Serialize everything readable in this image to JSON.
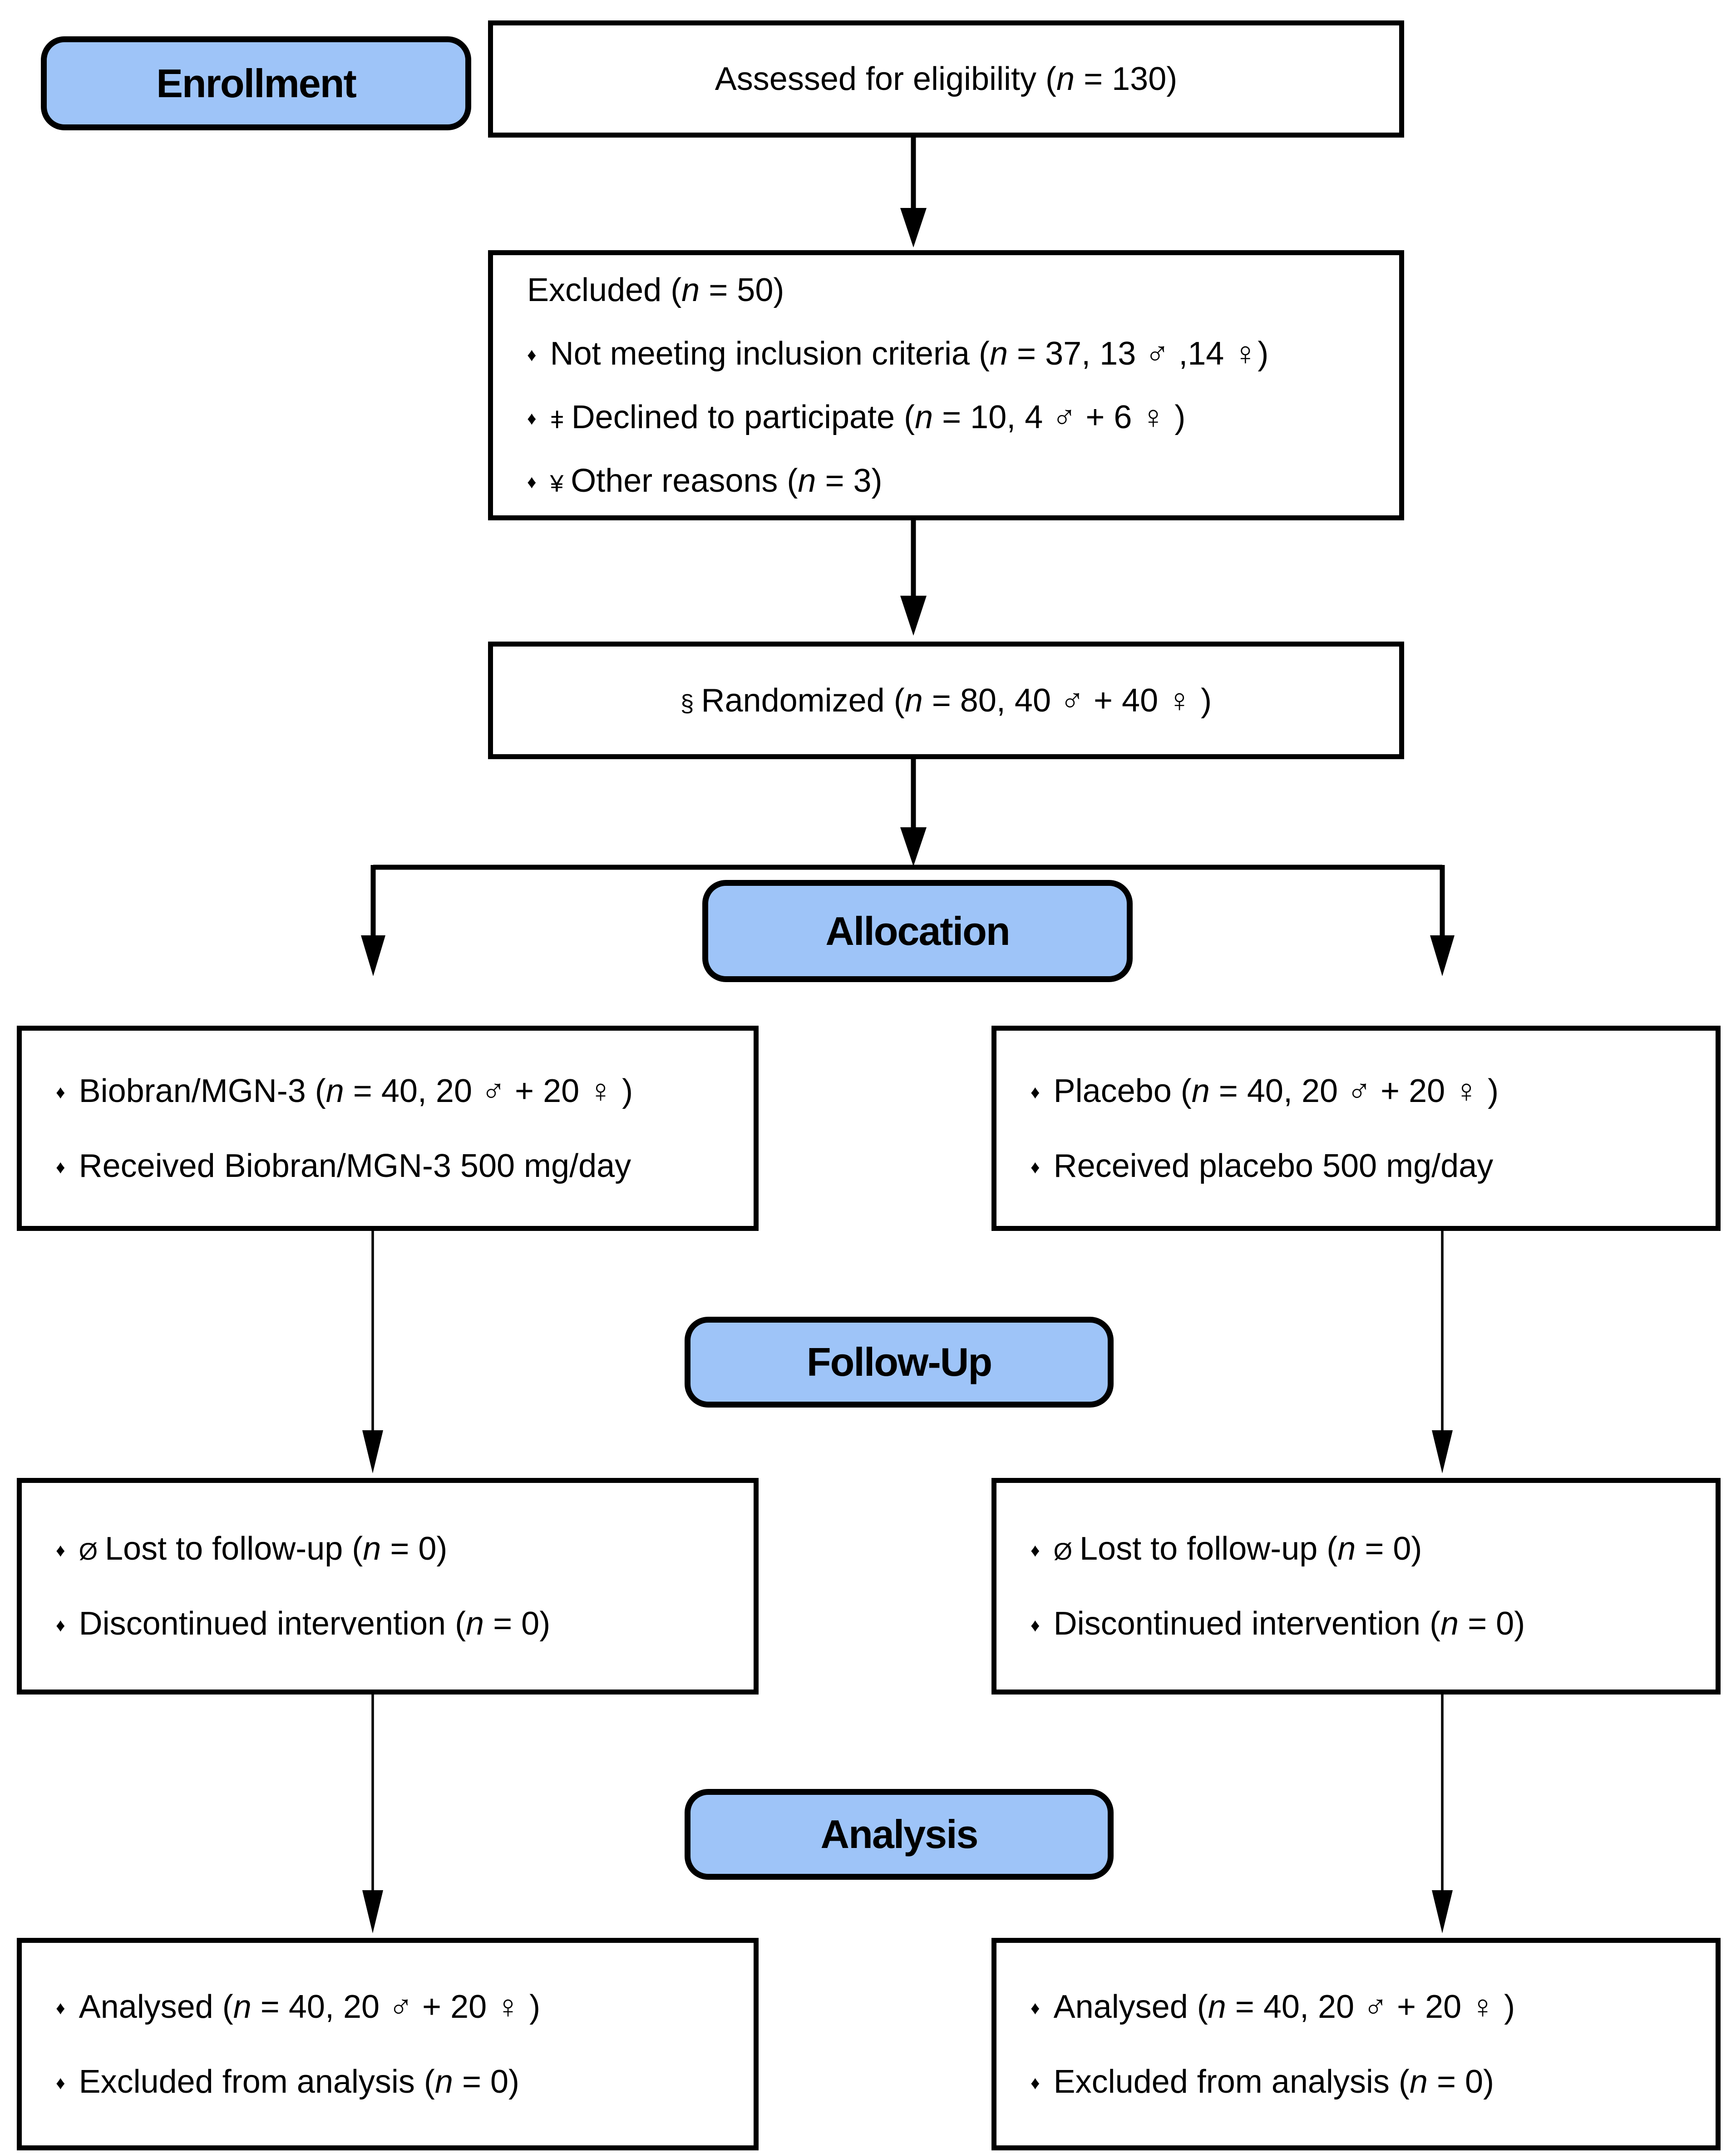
{
  "palette": {
    "stage_fill": "#9EC4F8",
    "line_color": "#000000",
    "page_bg": "#FFFFFF",
    "text_color": "#000000"
  },
  "stages": {
    "enrollment": "Enrollment",
    "allocation": "Allocation",
    "follow_up": "Follow-Up",
    "analysis": "Analysis"
  },
  "boxes": {
    "assessed": {
      "lines": [
        {
          "parts": [
            "Assessed for eligibility (",
            {
              "i": "n"
            },
            " = 130)"
          ]
        }
      ]
    },
    "excluded": {
      "lines": [
        {
          "parts": [
            "Excluded (",
            {
              "i": "n"
            },
            " = 50)"
          ]
        },
        {
          "parts": [
            {
              "b": "♦"
            },
            "Not meeting inclusion criteria (",
            {
              "i": "n"
            },
            " = 37, 13 ♂ ,14 ♀)"
          ]
        },
        {
          "parts": [
            {
              "b": "♦"
            },
            {
              "s": "ǂ"
            },
            "Declined to participate (",
            {
              "i": "n"
            },
            " = 10, 4 ♂ + 6 ♀ )"
          ]
        },
        {
          "parts": [
            {
              "b": "♦"
            },
            {
              "s": "¥"
            },
            "Other reasons (",
            {
              "i": "n"
            },
            " = 3)"
          ]
        }
      ]
    },
    "randomized": {
      "lines": [
        {
          "parts": [
            {
              "s": "§"
            },
            "Randomized (",
            {
              "i": "n"
            },
            " = 80, 40 ♂ + 40 ♀ )"
          ]
        }
      ]
    },
    "biobran_group": {
      "lines": [
        {
          "parts": [
            {
              "b": "♦"
            },
            "Biobran/MGN-3 (",
            {
              "i": "n"
            },
            " = 40, 20 ♂ + 20 ♀ )"
          ]
        },
        {
          "parts": [
            {
              "b": "♦"
            },
            "Received Biobran/MGN-3 500 mg/day"
          ]
        }
      ]
    },
    "placebo_group": {
      "lines": [
        {
          "parts": [
            {
              "b": "♦"
            },
            "Placebo (",
            {
              "i": "n"
            },
            " = 40, 20 ♂ + 20 ♀ )"
          ]
        },
        {
          "parts": [
            {
              "b": "♦"
            },
            "Received placebo 500 mg/day"
          ]
        }
      ]
    },
    "followup_biobran": {
      "lines": [
        {
          "parts": [
            {
              "b": "♦"
            },
            {
              "s": "Ø"
            },
            "Lost to follow-up (",
            {
              "i": "n"
            },
            " = 0)"
          ]
        },
        {
          "parts": [
            {
              "b": "♦"
            },
            "Discontinued intervention (",
            {
              "i": "n"
            },
            " = 0)"
          ]
        }
      ]
    },
    "followup_placebo": {
      "lines": [
        {
          "parts": [
            {
              "b": "♦"
            },
            {
              "s": "Ø"
            },
            "Lost to follow-up (",
            {
              "i": "n"
            },
            " = 0)"
          ]
        },
        {
          "parts": [
            {
              "b": "♦"
            },
            "Discontinued intervention (",
            {
              "i": "n"
            },
            " = 0)"
          ]
        }
      ]
    },
    "analysis_biobran": {
      "lines": [
        {
          "parts": [
            {
              "b": "♦"
            },
            "Analysed (",
            {
              "i": "n"
            },
            " = 40, 20 ♂ + 20 ♀ )"
          ]
        },
        {
          "parts": [
            {
              "b": "♦"
            },
            "Excluded from analysis (",
            {
              "i": "n"
            },
            " = 0)"
          ]
        }
      ]
    },
    "analysis_placebo": {
      "lines": [
        {
          "parts": [
            {
              "b": "♦"
            },
            "Analysed (",
            {
              "i": "n"
            },
            " = 40, 20 ♂ + 20 ♀ )"
          ]
        },
        {
          "parts": [
            {
              "b": "♦"
            },
            "Excluded from analysis (",
            {
              "i": "n"
            },
            " = 0)"
          ]
        }
      ]
    }
  }
}
